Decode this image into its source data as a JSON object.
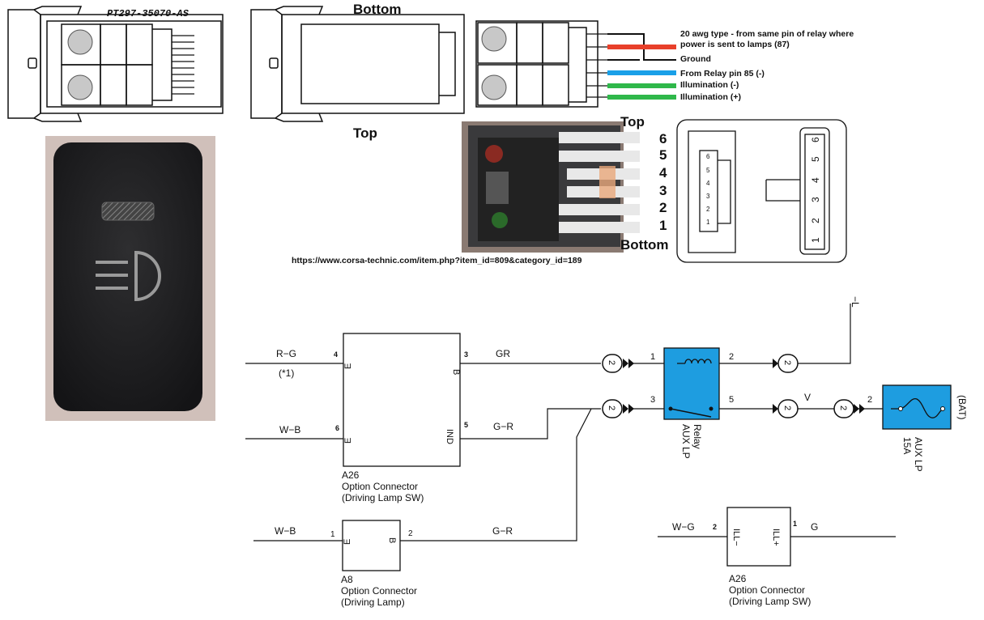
{
  "top_drawing": {
    "part_number": "PT297-35070-AS",
    "bottom_label": "Bottom",
    "top_label": "Top"
  },
  "wiring": {
    "wire1": "20 awg type - from same pin of relay where",
    "wire1b": "power is sent to lamps (87)",
    "wire2": "Ground",
    "wire3": "From Relay pin 85 (-)",
    "wire4": "Illumination (-)",
    "wire5": "Illumination (+)",
    "colors": {
      "red": "#e8402a",
      "black": "#111111",
      "blue": "#1aa0e8",
      "green": "#2fb84a"
    }
  },
  "connector_photo": {
    "top_label": "Top",
    "bottom_label": "Bottom",
    "pins": [
      "6",
      "5",
      "4",
      "3",
      "2",
      "1"
    ],
    "url": "https://www.corsa-technic.com/item.php?item_id=809&category_id=189"
  },
  "pinout": {
    "pins_left": [
      "6",
      "5",
      "4",
      "3",
      "2",
      "1"
    ],
    "pins_right": [
      "6",
      "5",
      "4",
      "3",
      "2",
      "1"
    ]
  },
  "switch_photo": {
    "icon": "fog-lamp-icon"
  },
  "schematic": {
    "a26_main": {
      "pin_e1": "E",
      "pin_e2": "E",
      "pin_b": "B",
      "pin_ind": "IND",
      "num4": "4",
      "num6": "6",
      "num3": "3",
      "num5": "5",
      "label1": "A26",
      "label2": "Option Connector",
      "label3": "(Driving Lamp SW)"
    },
    "a8": {
      "pin_e": "E",
      "pin_b": "B",
      "num1": "1",
      "num2": "2",
      "label1": "A8",
      "label2": "Option Connector",
      "label3": "(Driving Lamp)"
    },
    "a26_ill": {
      "pin_ill_minus": "ILL−",
      "pin_ill_plus": "ILL+",
      "num2": "2",
      "num1": "1",
      "label1": "A26",
      "label2": "Option Connector",
      "label3": "(Driving Lamp SW)"
    },
    "wires": {
      "rg": "R−G",
      "note": "(*1)",
      "gr": "GR",
      "wb1": "W−B",
      "gr2": "G−R",
      "wb2": "W−B",
      "gr3": "G−R",
      "v": "V",
      "wg": "W−G",
      "g": "G",
      "l": "−L"
    },
    "relay": {
      "pin1": "1",
      "pin2": "2",
      "pin3": "3",
      "pin5": "5",
      "name1": "AUX LP",
      "name2": "Relay"
    },
    "fuse": {
      "pin2": "2",
      "name1": "15A",
      "name2": "AUX LP",
      "bat": "(BAT)"
    },
    "junction": "2",
    "box_color": "#1e9de0"
  }
}
